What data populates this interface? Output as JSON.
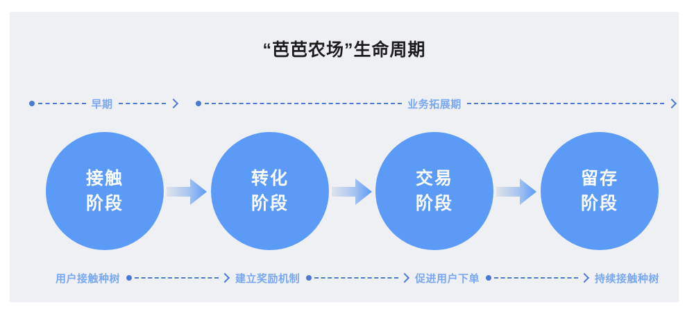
{
  "page": {
    "title": "“芭芭农场”生命周期",
    "background_color": "#ffffff",
    "panel_color": "#eff0f4",
    "circle_color": "#5b9bf7",
    "label_color": "#79a8f0",
    "line_color": "#4a7ad4",
    "title_color": "#1c1c1c"
  },
  "phases": [
    {
      "label": "早期"
    },
    {
      "label": "业务拓展期"
    }
  ],
  "stages": [
    {
      "line1": "接触",
      "line2": "阶段"
    },
    {
      "line1": "转化",
      "line2": "阶段"
    },
    {
      "line1": "交易",
      "line2": "阶段"
    },
    {
      "line1": "留存",
      "line2": "阶段"
    }
  ],
  "captions": [
    {
      "label": "用户接触种树"
    },
    {
      "label": "建立奖励机制"
    },
    {
      "label": "促进用户下单"
    },
    {
      "label": "持续接触种树"
    }
  ]
}
